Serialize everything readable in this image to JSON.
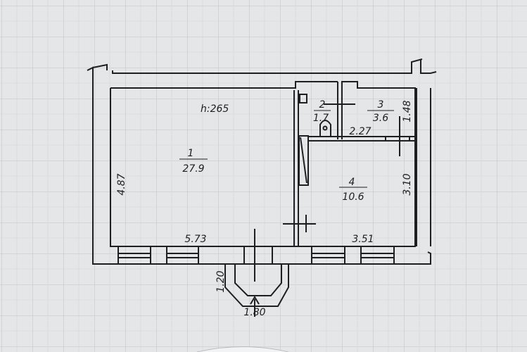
{
  "colors": {
    "paper": "#e4e6e8",
    "grid": "#c6cacf",
    "ink": "#1d1f22"
  },
  "ceiling_height": "h:265",
  "rooms": [
    {
      "number": "1",
      "area": "27.9"
    },
    {
      "number": "2",
      "area": "1.7"
    },
    {
      "number": "3",
      "area": "3.6"
    },
    {
      "number": "4",
      "area": "10.6"
    }
  ],
  "dimensions": {
    "left_height": "4.87",
    "room1_width": "5.73",
    "room4_width": "3.51",
    "room4_height": "3.10",
    "room3_height": "1.48",
    "corridor_width": "2.27",
    "porch_depth": "1.20",
    "porch_width": "1.80"
  }
}
